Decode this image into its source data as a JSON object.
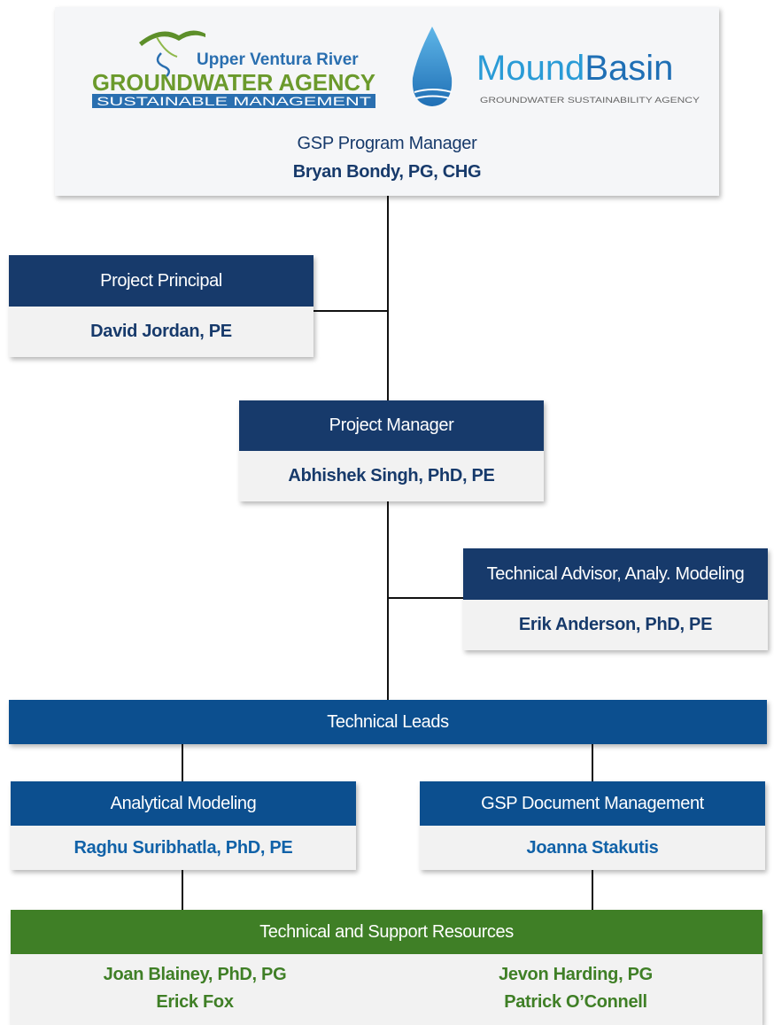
{
  "program_manager": {
    "logo_left": {
      "line1": "Upper Ventura River",
      "line2": "GROUNDWATER AGENCY",
      "line3": "SUSTAINABLE MANAGEMENT"
    },
    "logo_right": {
      "name_part1": "Mound",
      "name_part2": "Basin",
      "tagline": "GROUNDWATER SUSTAINABILITY AGENCY"
    },
    "role": "GSP Program Manager",
    "name": "Bryan Bondy, PG, CHG"
  },
  "project_principal": {
    "role": "Project Principal",
    "name": "David Jordan, PE"
  },
  "project_manager": {
    "role": "Project Manager",
    "name": "Abhishek Singh, PhD, PE"
  },
  "technical_advisor": {
    "role": "Technical Advisor, Analy. Modeling",
    "name": "Erik Anderson, PhD, PE"
  },
  "technical_leads": {
    "label": "Technical Leads"
  },
  "analytical_modeling": {
    "role": "Analytical Modeling",
    "name": "Raghu Suribhatla, PhD, PE"
  },
  "gsp_document_management": {
    "role": "GSP Document Management",
    "name": "Joanna Stakutis"
  },
  "resources": {
    "label": "Technical and Support Resources",
    "left": [
      "Joan Blainey, PhD, PG",
      "Erick Fox"
    ],
    "right": [
      "Jevon Harding, PG",
      "Patrick O’Connell"
    ]
  },
  "colors": {
    "navy": "#173a6b",
    "blue": "#0c4f8f",
    "green": "#3f7f26",
    "box_body": "#f2f2f2"
  }
}
